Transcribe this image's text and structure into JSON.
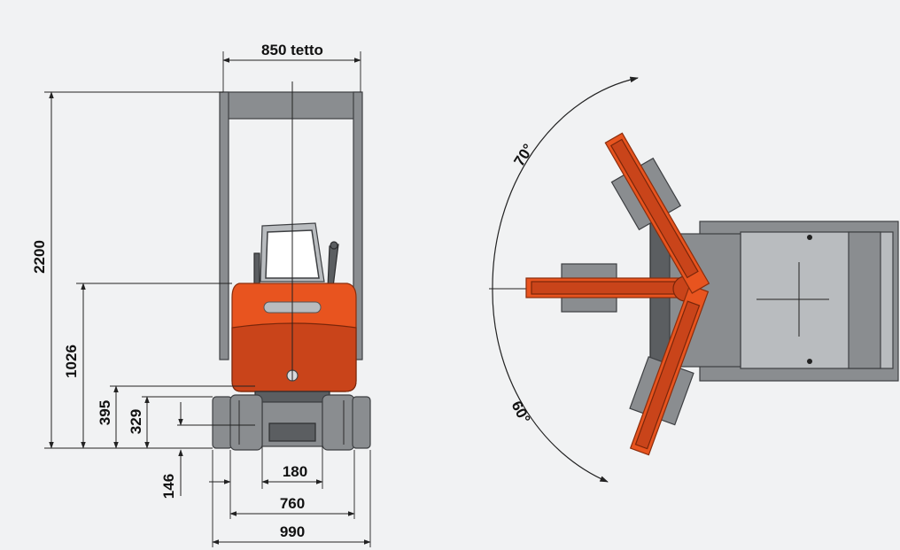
{
  "front_view": {
    "dims": {
      "roof_width": "850 tetto",
      "total_height": "2200",
      "height_1026": "1026",
      "height_395": "395",
      "height_329": "329",
      "clearance_146": "146",
      "width_180": "180",
      "track_width_760": "760",
      "total_width_990": "990"
    }
  },
  "top_view": {
    "angles": {
      "upper": "70°",
      "lower": "60°"
    }
  },
  "colors": {
    "background": "#f1f2f3",
    "machine_orange": "#e8541f",
    "steel_grey": "#8a8d90",
    "dimension_line": "#222222"
  }
}
